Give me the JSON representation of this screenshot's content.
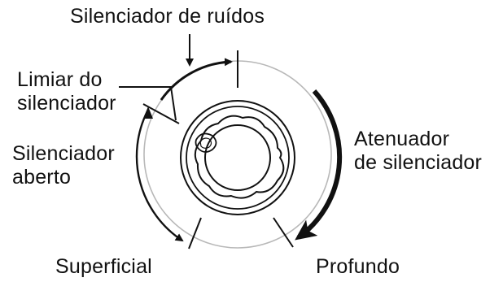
{
  "labels": {
    "noise_squelch": "Silenciador de ruídos",
    "threshold_line1": "Limiar do",
    "threshold_line2": "silenciador",
    "open_line1": "Silenciador",
    "open_line2": "aberto",
    "attenuator_line1": "Atenuador",
    "attenuator_line2": "de silenciador",
    "shallow": "Superficial",
    "deep": "Profundo"
  },
  "colors": {
    "ink": "#111111",
    "outer_circle": "#b8b8b8",
    "background": "#ffffff"
  }
}
